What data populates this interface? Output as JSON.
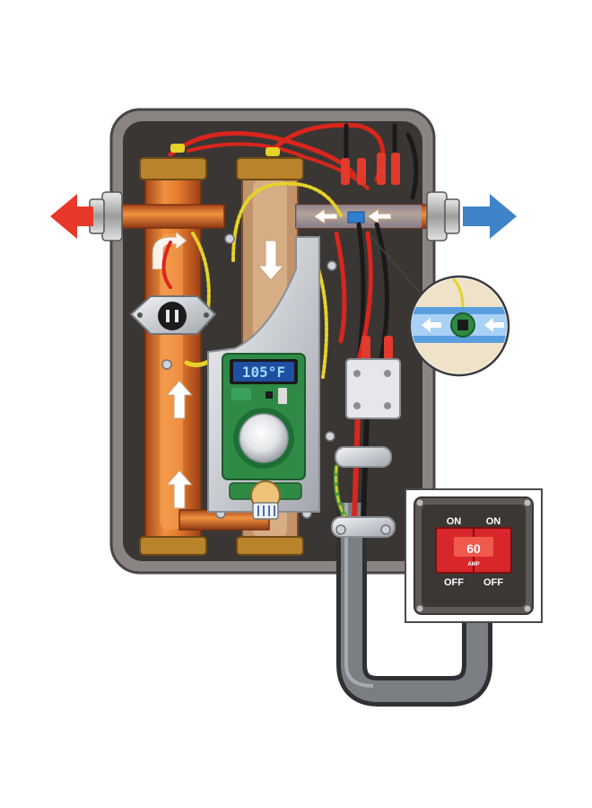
{
  "display": {
    "temperature": "105°F"
  },
  "breaker": {
    "on_left": "ON",
    "on_right": "ON",
    "off_left": "OFF",
    "off_right": "OFF",
    "rating": "60",
    "unit": "AMP"
  },
  "colors": {
    "hot_arrow": "#e8382a",
    "cold_arrow": "#3f83c9",
    "copper": "#e07a2e",
    "housing": "#6a6462",
    "panel": "#3a3634",
    "lcd_bg": "#1f4fa0",
    "lcd_text": "#9fd8ff",
    "circuit_board": "#2f8a45",
    "wire_red": "#d9261c",
    "wire_yellow": "#e6d229",
    "breaker_red": "#d8262a",
    "conduit": "#5b5d61"
  },
  "icons": [
    "hot-water-out-arrow",
    "cold-water-in-arrow",
    "thermostat-icon",
    "flow-sensor-icon",
    "circuit-breaker-icon"
  ]
}
